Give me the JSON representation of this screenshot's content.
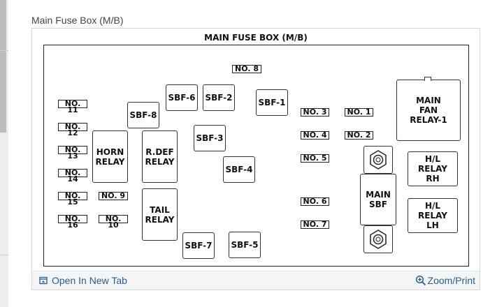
{
  "caption": "Main Fuse Box (M/B)",
  "diagram": {
    "title": "MAIN FUSE BOX (M/B)",
    "labels": {
      "no8": "NO. 8",
      "no11": "NO. 11",
      "no12": "NO. 12",
      "no13": "NO. 13",
      "no14": "NO. 14",
      "no15": "NO. 15",
      "no16": "NO. 16",
      "no9": "NO. 9",
      "no10": "NO. 10",
      "no3": "NO. 3",
      "no1": "NO. 1",
      "no4": "NO. 4",
      "no2": "NO. 2",
      "no5": "NO. 5",
      "no6": "NO. 6",
      "no7": "NO. 7"
    },
    "blocks": {
      "sbf6": "SBF-6",
      "sbf2": "SBF-2",
      "sbf1": "SBF-1",
      "sbf8": "SBF-8",
      "sbf3": "SBF-3",
      "sbf4": "SBF-4",
      "sbf7": "SBF-7",
      "sbf5": "SBF-5",
      "horn_relay": "HORN\nRELAY",
      "rdef_relay": "R.DEF\nRELAY",
      "tail_relay": "TAIL\nRELAY",
      "main_sbf": "MAIN\nSBF",
      "main_fan_relay": "MAIN\nFAN\nRELAY-1",
      "hl_relay_rh": "H/L\nRELAY\nRH",
      "hl_relay_lh": "H/L\nRELAY\nLH"
    }
  },
  "footer": {
    "open_new_tab": "Open In New Tab",
    "zoom_print": "Zoom/Print"
  },
  "icons": [
    "open-new-tab-icon",
    "zoom-icon",
    "bolt-nut-icon"
  ],
  "colors": {
    "link": "#2b5c8a",
    "footer_bg": "#f4f5f7"
  }
}
